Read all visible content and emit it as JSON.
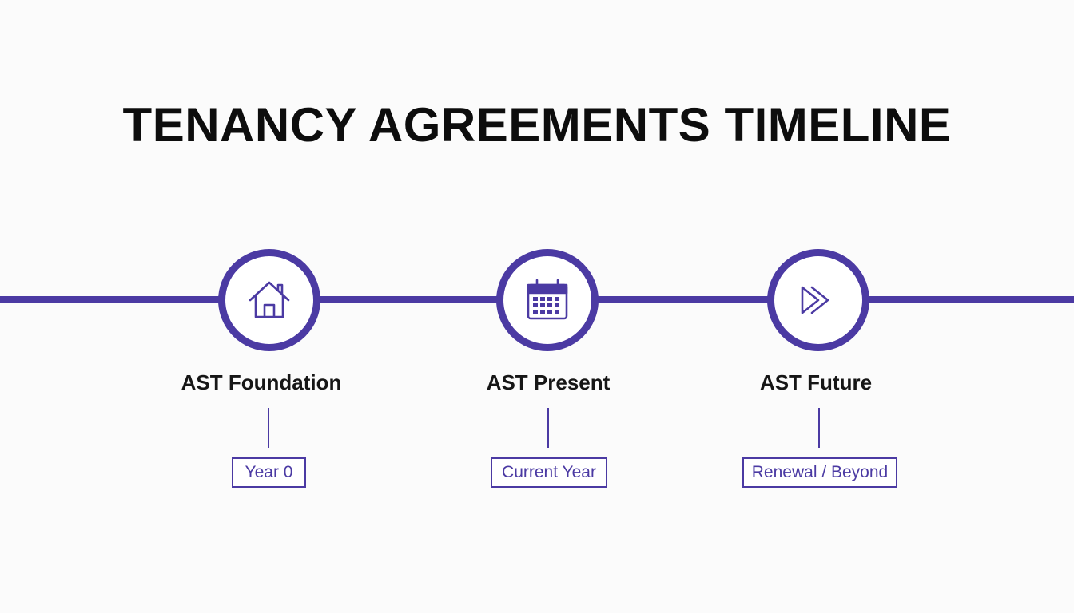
{
  "title": "TENANCY AGREEMENTS TIMELINE",
  "colors": {
    "accent": "#4b3aa3",
    "background": "#fbfbfb",
    "text": "#0d0d0d"
  },
  "milestones": [
    {
      "label": "AST Foundation",
      "period": "Year 0",
      "icon": "house-icon"
    },
    {
      "label": "AST Present",
      "period": "Current Year",
      "icon": "calendar-icon"
    },
    {
      "label": "AST Future",
      "period": "Renewal / Beyond",
      "icon": "double-chevron-right-icon"
    }
  ]
}
